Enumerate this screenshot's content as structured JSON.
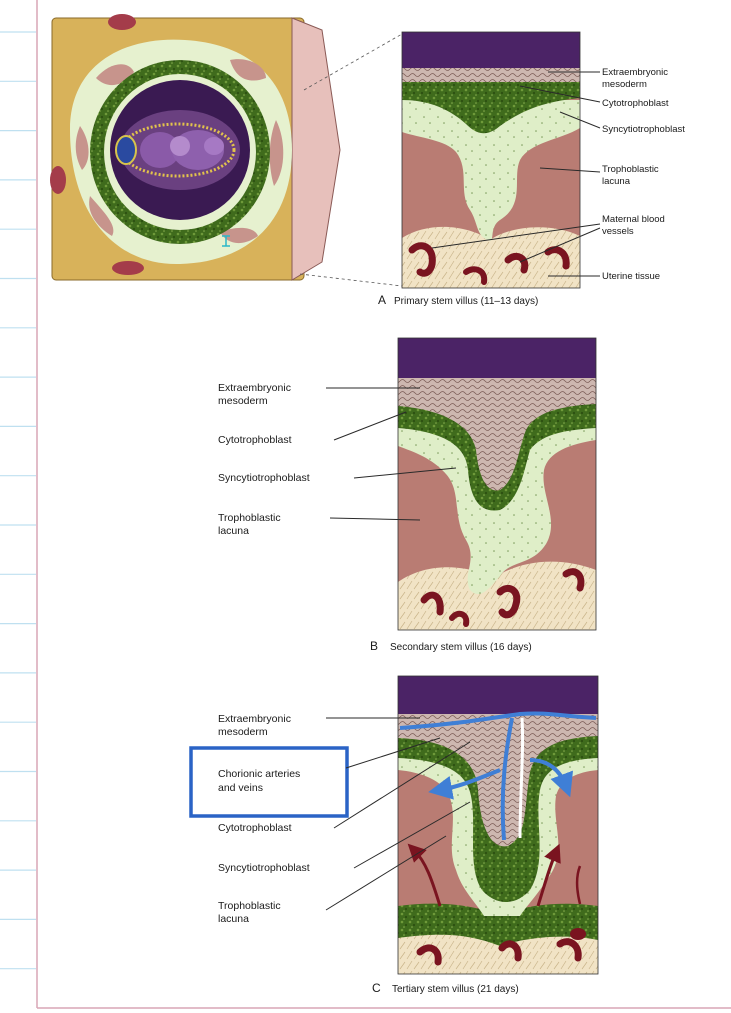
{
  "colors": {
    "notebook_line": "#bfe0f0",
    "margin_line": "#d9a6b6",
    "purple": "#4b2366",
    "green": "#3f6b1c",
    "lacuna": "#b97c73",
    "syncytio": "#dfeec8",
    "uterine": "#f1e3c5",
    "vessel": "#7a1420",
    "highlight": "#2a63c6",
    "artery_blue": "#3f7fd6"
  },
  "panel_a": {
    "labels": {
      "extraembryonic_l1": "Extraembryonic",
      "extraembryonic_l2": "mesoderm",
      "cytotrophoblast": "Cytotrophoblast",
      "syncytiotrophoblast": "Syncytiotrophoblast",
      "lacuna_l1": "Trophoblastic",
      "lacuna_l2": "lacuna",
      "maternal_l1": "Maternal blood",
      "maternal_l2": "vessels",
      "uterine": "Uterine tissue"
    },
    "caption_letter": "A",
    "caption": "Primary stem villus (11–13 days)"
  },
  "panel_b": {
    "labels": {
      "extraembryonic_l1": "Extraembryonic",
      "extraembryonic_l2": "mesoderm",
      "cytotrophoblast": "Cytotrophoblast",
      "syncytiotrophoblast": "Syncytiotrophoblast",
      "lacuna_l1": "Trophoblastic",
      "lacuna_l2": "lacuna"
    },
    "caption_letter": "B",
    "caption": "Secondary stem villus (16 days)"
  },
  "panel_c": {
    "labels": {
      "extraembryonic_l1": "Extraembryonic",
      "extraembryonic_l2": "mesoderm",
      "chorionic_l1": "Chorionic arteries",
      "chorionic_l2": "and veins",
      "cytotrophoblast": "Cytotrophoblast",
      "syncytiotrophoblast": "Syncytiotrophoblast",
      "lacuna_l1": "Trophoblastic",
      "lacuna_l2": "lacuna"
    },
    "caption_letter": "C",
    "caption": "Tertiary stem villus (21 days)"
  }
}
